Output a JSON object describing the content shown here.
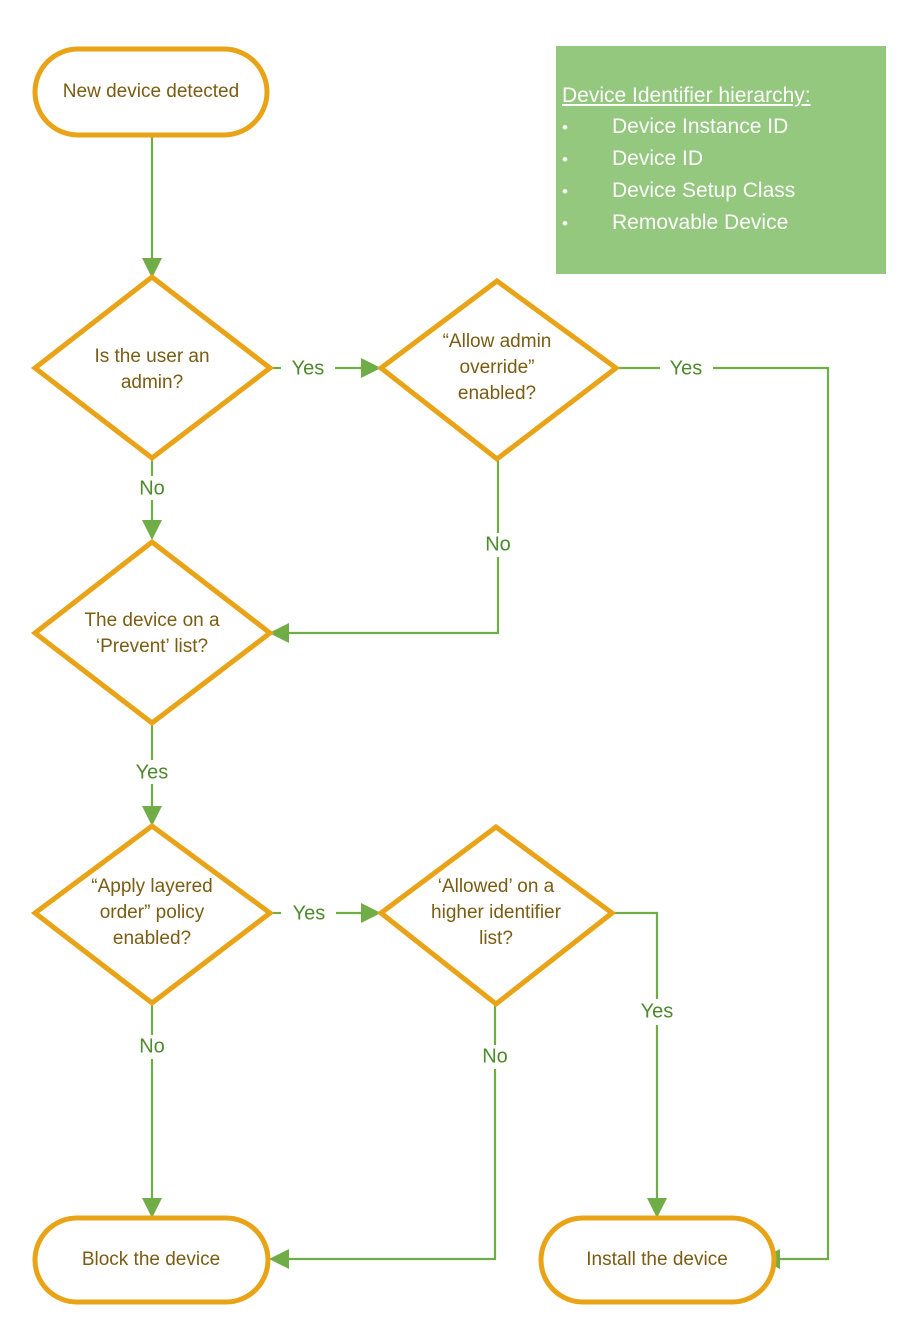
{
  "colors": {
    "node_border": "#E8A317",
    "node_fill": "#FFFFFF",
    "node_text": "#7A5C12",
    "edge": "#70AD47",
    "edge_label": "#4E8A2E",
    "legend_background": "#93C87E",
    "legend_text": "#FFFFFF",
    "canvas": "#FFFFFF"
  },
  "legend": {
    "title": "Device Identifier hierarchy:",
    "bullet_glyph": "•",
    "items": [
      {
        "label": "Device Instance ID"
      },
      {
        "label": "Device ID"
      },
      {
        "label": "Device Setup Class"
      },
      {
        "label": "Removable Device"
      }
    ]
  },
  "nodes": {
    "start": {
      "id": "start",
      "type": "terminator",
      "label": "New device detected"
    },
    "is_admin": {
      "id": "is-admin",
      "type": "decision",
      "lines": [
        "Is the user an",
        "admin?"
      ]
    },
    "admin_override": {
      "id": "admin-override",
      "type": "decision",
      "lines": [
        "“Allow admin",
        "override”",
        "enabled?"
      ]
    },
    "prevent_list": {
      "id": "prevent-list",
      "type": "decision",
      "lines": [
        "The device on a",
        "‘Prevent’ list?"
      ]
    },
    "layered_order": {
      "id": "layered-order",
      "type": "decision",
      "lines": [
        "“Apply layered",
        "order” policy",
        "enabled?"
      ]
    },
    "higher_identifier": {
      "id": "higher-identifier",
      "type": "decision",
      "lines": [
        "‘Allowed’ on a",
        "higher identifier",
        "list?"
      ]
    },
    "block": {
      "id": "block-device",
      "type": "terminator",
      "label": "Block the device"
    },
    "install": {
      "id": "install-device",
      "type": "terminator",
      "label": "Install the device"
    }
  },
  "edges": [
    {
      "id": "start-to-is-admin",
      "from": "start",
      "to": "is_admin",
      "label": ""
    },
    {
      "id": "is-admin-yes",
      "from": "is_admin",
      "to": "admin_override",
      "label": "Yes"
    },
    {
      "id": "is-admin-no",
      "from": "is_admin",
      "to": "prevent_list",
      "label": "No"
    },
    {
      "id": "admin-override-yes",
      "from": "admin_override",
      "to": "install",
      "label": "Yes"
    },
    {
      "id": "admin-override-no",
      "from": "admin_override",
      "to": "prevent_list",
      "label": "No"
    },
    {
      "id": "prevent-list-yes",
      "from": "prevent_list",
      "to": "layered_order",
      "label": "Yes"
    },
    {
      "id": "layered-order-yes",
      "from": "layered_order",
      "to": "higher_identifier",
      "label": "Yes"
    },
    {
      "id": "layered-order-no",
      "from": "layered_order",
      "to": "block",
      "label": "No"
    },
    {
      "id": "higher-identifier-yes",
      "from": "higher_identifier",
      "to": "install",
      "label": "Yes"
    },
    {
      "id": "higher-identifier-no",
      "from": "higher_identifier",
      "to": "block",
      "label": "No"
    }
  ]
}
